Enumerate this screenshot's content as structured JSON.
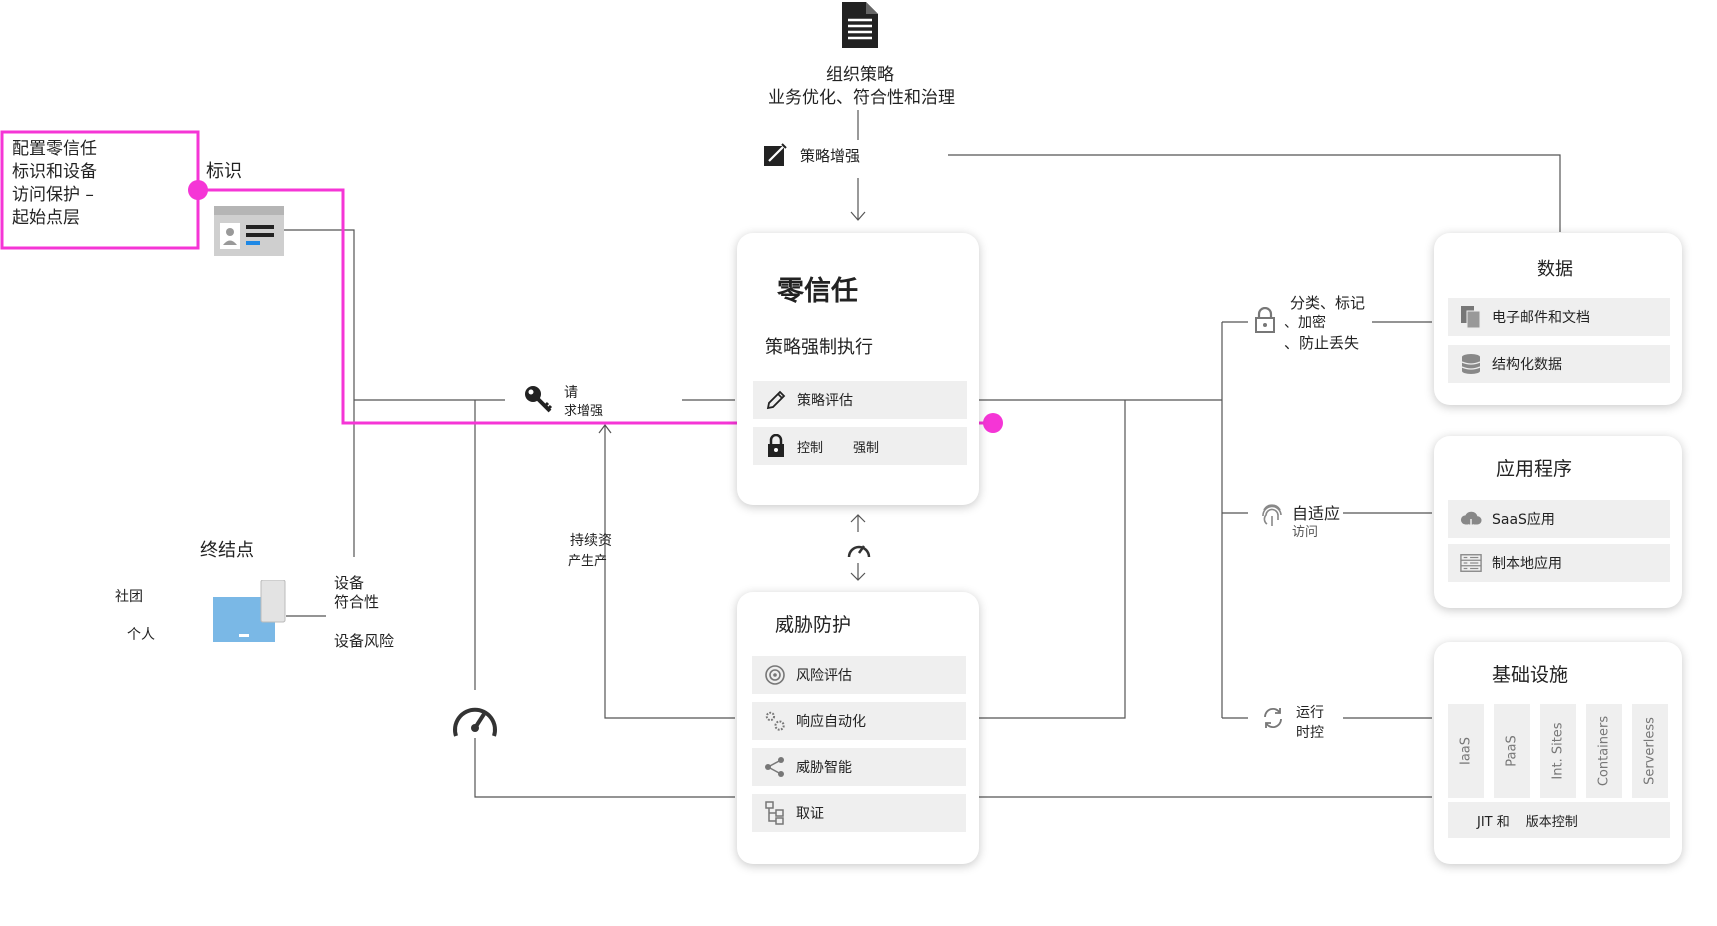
{
  "org_policy": {
    "title": "组织策略",
    "subtitle": "业务优化、符合性和治理"
  },
  "policy_optimization": "策略增强",
  "callout": {
    "lines": [
      "配置零信任",
      "标识和设备",
      "访问保护 –",
      "起始点层"
    ],
    "color": "#f535d6"
  },
  "identity": {
    "label": "标识"
  },
  "endpoint": {
    "title": "终结点",
    "corporate": "社团",
    "personal": "个人",
    "compliance_line1": "设备",
    "compliance_line2": "符合性",
    "risk": "设备风险"
  },
  "request": {
    "line1": "请",
    "line2": "求增强"
  },
  "continuous": {
    "line1": "持续资",
    "line2": "产生产"
  },
  "zero_trust": {
    "title": "零信任",
    "subtitle": "策略强制执行",
    "items": [
      {
        "icon": "pencil-icon",
        "label": "策略评估"
      },
      {
        "icon": "lock-icon",
        "label": "控制",
        "label2": "强制"
      }
    ]
  },
  "threat": {
    "title": "威胁防护",
    "items": [
      {
        "icon": "target-icon",
        "label": "风险评估"
      },
      {
        "icon": "gears-icon",
        "label": "响应自动化"
      },
      {
        "icon": "share-icon",
        "label": "威胁智能"
      },
      {
        "icon": "tree-icon",
        "label": "取证"
      }
    ]
  },
  "mid_labels": {
    "classify": {
      "line1": "分类、标记",
      "line2": "、加密",
      "line3": "、防止丢失"
    },
    "adaptive": {
      "line1": "自适应",
      "line2": "访问"
    },
    "runtime": {
      "line1": "运行",
      "line2": "时控"
    }
  },
  "data_card": {
    "title": "数据",
    "items": [
      {
        "icon": "documents-icon",
        "label": "电子邮件和文档"
      },
      {
        "icon": "database-icon",
        "label": "结构化数据"
      }
    ]
  },
  "apps_card": {
    "title": "应用程序",
    "items": [
      {
        "icon": "cloud-icon",
        "label": "SaaS应用"
      },
      {
        "icon": "server-list-icon",
        "label": "制本地应用"
      }
    ]
  },
  "infra_card": {
    "title": "基础设施",
    "columns": [
      "IaaS",
      "PaaS",
      "Int. Sites",
      "Containers",
      "Serverless"
    ],
    "footer_left": "JIT 和",
    "footer_right": "版本控制"
  }
}
